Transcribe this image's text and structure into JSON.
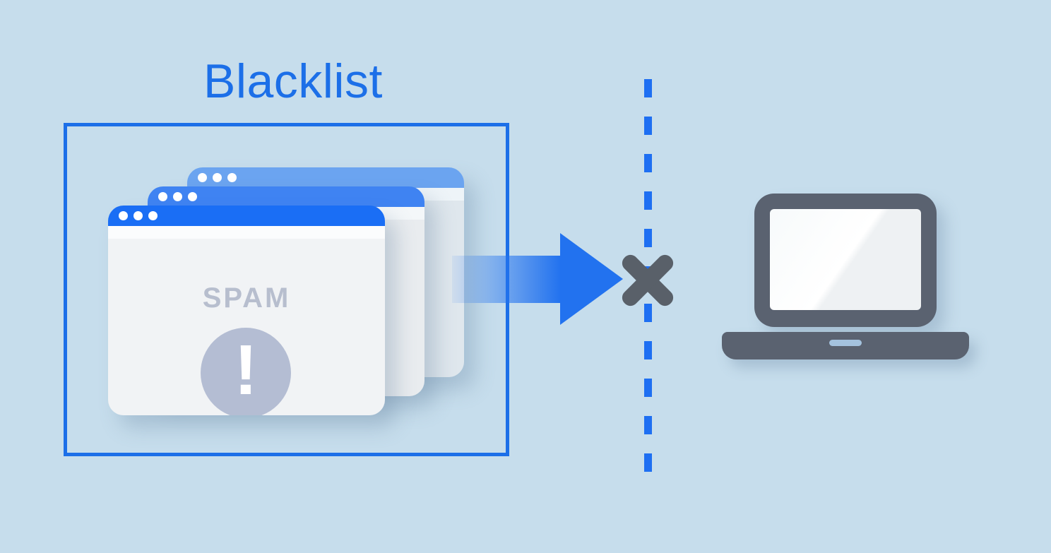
{
  "scene": {
    "description": "Illustration of spam websites on a blacklist being blocked (X) before reaching a user's laptop",
    "background_color": "#c6ddec",
    "blacklist": {
      "title": "Blacklist",
      "title_color": "#1c6fe8",
      "box_border_color": "#1c6fe8"
    },
    "windows": {
      "count": 3,
      "back": {
        "titlebar_color": "#6ba4f0",
        "body_color": "#dfe7ed"
      },
      "middle": {
        "titlebar_color": "#3f83f2",
        "body_color": "#e9ecef"
      },
      "front": {
        "label": "SPAM",
        "label_color": "#b7bece",
        "titlebar_color": "#1a6ef5",
        "body_color": "#f1f3f5"
      },
      "warning": {
        "glyph": "!",
        "circle_color": "#b4bdd3",
        "glyph_color": "#ffffff"
      },
      "control_dot_color": "#ffffff"
    },
    "flow": {
      "arrow_color": "#2272ef",
      "blocked_x_color": "#596069",
      "divider_color": "#1e6ff2",
      "divider_style": "dashed-vertical"
    },
    "laptop": {
      "body_color": "#5a6270",
      "screen_color": "#ffffff",
      "notch_color": "#a4c2de"
    },
    "icons": {
      "window-control-dots": "three white circles in browser titlebar",
      "warning-icon": "gray-blue circle with white exclamation mark",
      "arrow-right-icon": "blue gradient arrow pointing right",
      "block-x-icon": "dark gray rounded X cross",
      "laptop-icon": "dark gray laptop with white glossy screen"
    }
  }
}
